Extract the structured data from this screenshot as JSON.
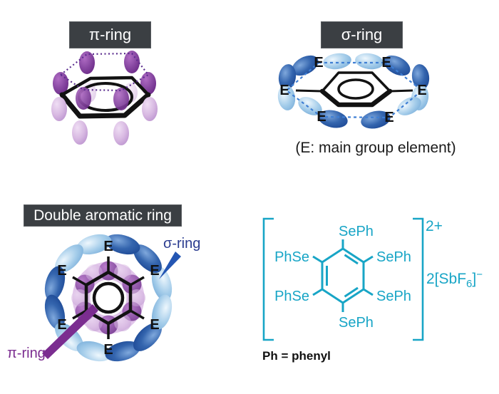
{
  "pi_panel": {
    "title": "π-ring"
  },
  "sigma_panel": {
    "title": "σ-ring",
    "e_label": "E",
    "caption": "(E: main group element)"
  },
  "double_panel": {
    "title": "Double aromatic ring",
    "e_label": "E",
    "sigma_annotation": "σ-ring",
    "pi_annotation": "π-ring"
  },
  "structure_panel": {
    "charge": "2+",
    "counterion_prefix": "2[SbF",
    "counterion_subscript": "6",
    "counterion_close": "]",
    "counterion_charge": "−",
    "substituents": {
      "top": "SePh",
      "top_right": "SePh",
      "bottom_right": "SePh",
      "bottom": "SePh",
      "top_left": "PhSe",
      "bottom_left": "PhSe"
    },
    "footnote": "Ph = phenyl"
  },
  "colors": {
    "label_bg": "#3b3f43",
    "structure_teal": "#18a5c6",
    "orbital_blue_dark": "#2b5cab",
    "orbital_blue_light": "#a5cdea",
    "orbital_purple_dark": "#6e2d8a",
    "orbital_purple_light": "#c9a2d8",
    "annotation_blue": "#2a3b8f",
    "annotation_purple": "#7b2d90"
  }
}
